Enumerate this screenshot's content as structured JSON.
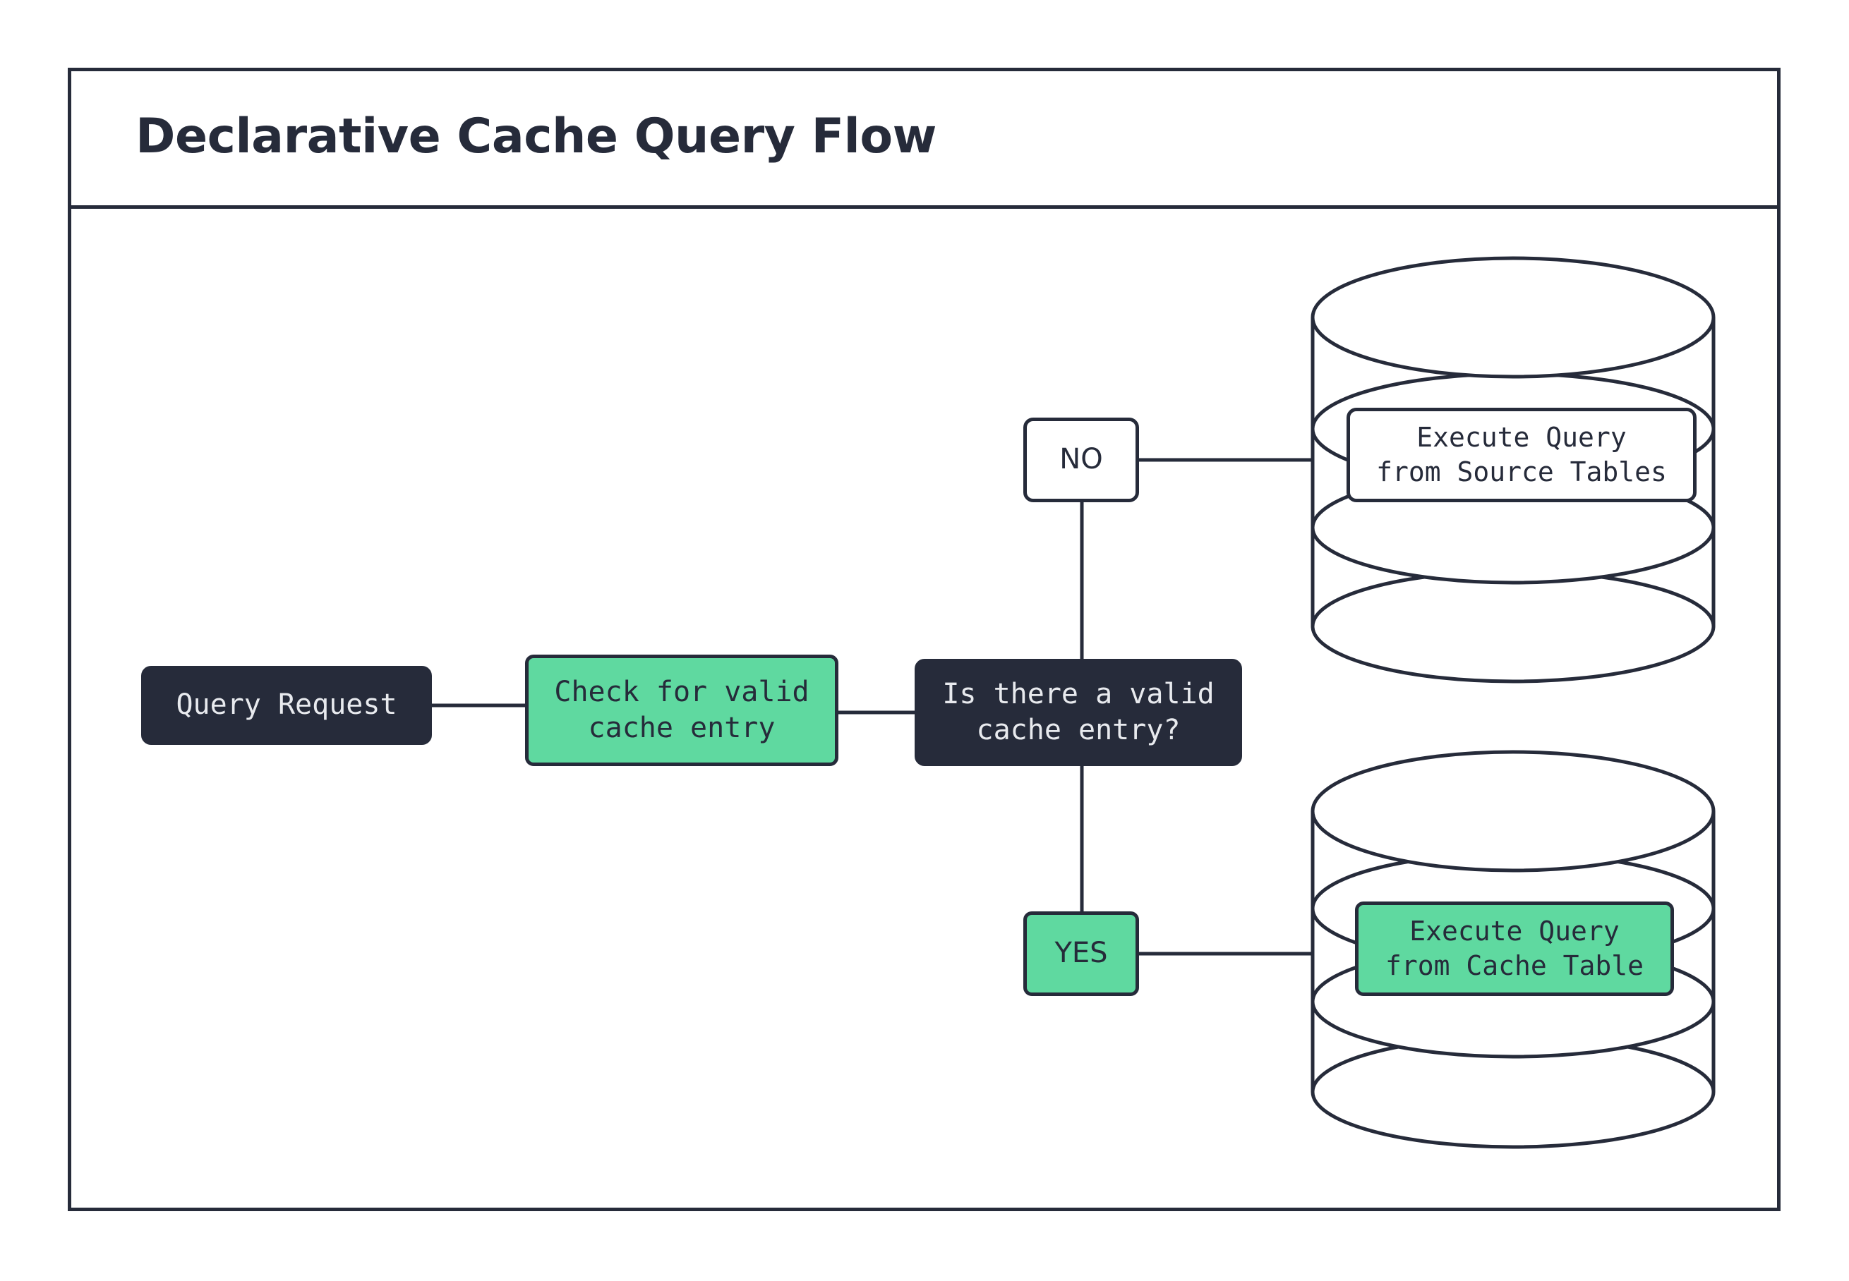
{
  "header": {
    "title": "Declarative Cache Query Flow"
  },
  "colors": {
    "ink": "#262b3a",
    "green": "#5fd9a0",
    "white": "#ffffff",
    "light_text": "#e8eaee"
  },
  "diagram": {
    "type": "flowchart",
    "nodes": [
      {
        "id": "query-request",
        "label": "Query Request",
        "shape": "rounded-rect",
        "style": "dark"
      },
      {
        "id": "check-cache",
        "label": "Check for valid\ncache entry",
        "shape": "rounded-rect",
        "style": "green"
      },
      {
        "id": "decision",
        "label": "Is there a valid\ncache entry?",
        "shape": "rounded-rect",
        "style": "dark"
      },
      {
        "id": "no-branch",
        "label": "NO",
        "shape": "rounded-rect",
        "style": "white"
      },
      {
        "id": "yes-branch",
        "label": "YES",
        "shape": "rounded-rect",
        "style": "green"
      },
      {
        "id": "source-tables",
        "label": "Execute Query\nfrom Source Tables",
        "shape": "rounded-rect",
        "style": "white",
        "container": "database-cylinder"
      },
      {
        "id": "cache-table",
        "label": "Execute Query\nfrom Cache Table",
        "shape": "rounded-rect",
        "style": "green",
        "container": "database-cylinder"
      }
    ],
    "edges": [
      {
        "from": "query-request",
        "to": "check-cache",
        "label": ""
      },
      {
        "from": "check-cache",
        "to": "decision",
        "label": ""
      },
      {
        "from": "decision",
        "to": "no-branch",
        "label": ""
      },
      {
        "from": "no-branch",
        "to": "source-tables",
        "label": ""
      },
      {
        "from": "decision",
        "to": "yes-branch",
        "label": ""
      },
      {
        "from": "yes-branch",
        "to": "cache-table",
        "label": ""
      }
    ],
    "cylinders": [
      {
        "id": "source-db",
        "position": "top"
      },
      {
        "id": "cache-db",
        "position": "bottom"
      }
    ]
  }
}
